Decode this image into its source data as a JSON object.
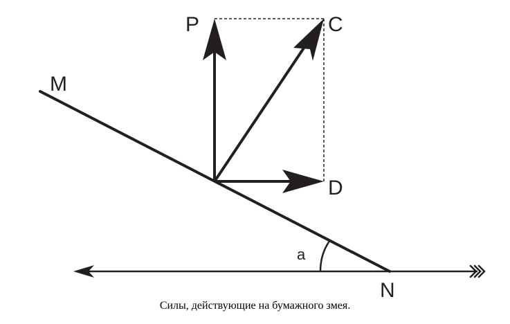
{
  "labels": {
    "m": "M",
    "p": "P",
    "c": "C",
    "d": "D",
    "n": "N",
    "angle": "a"
  },
  "caption": "Силы, действующие на бумажного змея.",
  "colors": {
    "ink": "#231f20",
    "background": "#ffffff"
  }
}
